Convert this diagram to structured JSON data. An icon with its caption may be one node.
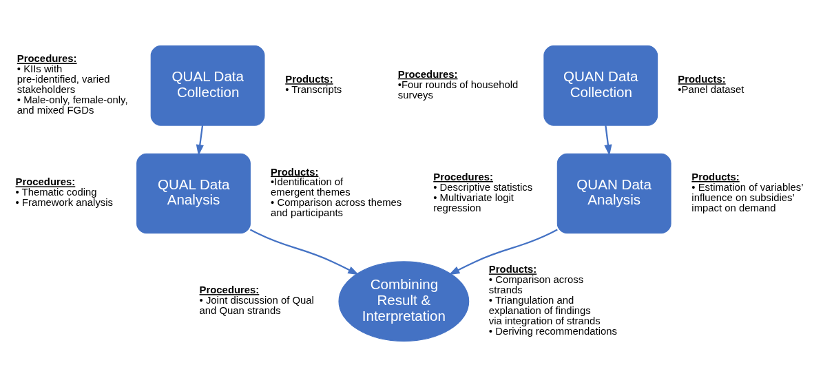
{
  "diagram": {
    "nodes": [
      {
        "text": [
          "QUAL Data Collection"
        ]
      },
      {
        "text": [
          "QUAL Data Analysis"
        ]
      },
      {
        "text": [
          "QUAN Data Collection"
        ]
      },
      {
        "text": [
          "QUAN Data Analysis"
        ]
      },
      {
        "text": [
          "Combining Result & Interpretation"
        ]
      }
    ],
    "edges": [
      {
        "from": 0,
        "to": 1,
        "arrow": "to"
      },
      {
        "from": 2,
        "to": 3,
        "arrow": "to"
      },
      {
        "from": 1,
        "to": 4,
        "arrow": "to"
      },
      {
        "from": 3,
        "to": 4,
        "arrow": "to"
      }
    ],
    "labels": [
      "Procedures:",
      "• KIIs with pre-identified, varied stakeholders",
      "• Male-only, female-only, and mixed FGDs",
      "Products:",
      "• Transcripts",
      "Procedures:",
      "•Four rounds of household surveys",
      "Products:",
      "•Panel dataset",
      "Procedures:",
      "• Thematic coding",
      "• Framework analysis",
      "Products:",
      "•Identification of emergent themes",
      "• Comparison across themes and participants",
      "Procedures:",
      "• Descriptive statistics",
      "• Multivariate logit regression",
      "Products:",
      "• Estimation of variables’ influence on subsidies’ impact on demand",
      "Procedures:",
      "• Joint discussion of Qual and Quan strands",
      "Products:",
      "• Comparison across strands",
      "• Triangulation and explanation of findings via integration of strands",
      "• Deriving recommendations"
    ]
  }
}
